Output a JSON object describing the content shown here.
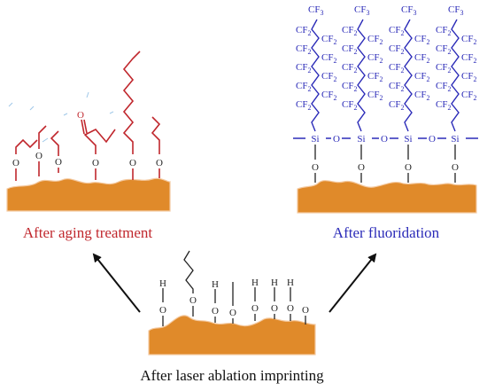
{
  "captions": {
    "aging": "After aging treatment",
    "fluoridation": "After fluoridation",
    "laser": "After laser ablation imprinting"
  },
  "atoms": {
    "oxygen": "O",
    "hydrogen": "H",
    "silicon": "Si",
    "carbon": "C",
    "fluorine": "F",
    "cf2_subscript": "2",
    "cf3_subscript": "3"
  },
  "colors": {
    "substrate": "#E08A2A",
    "substrate_edge": "#F4C9A0",
    "aging": "#C0272D",
    "fluoro": "#2B2BB8",
    "laser": "#222222",
    "arrow": "#111111"
  }
}
